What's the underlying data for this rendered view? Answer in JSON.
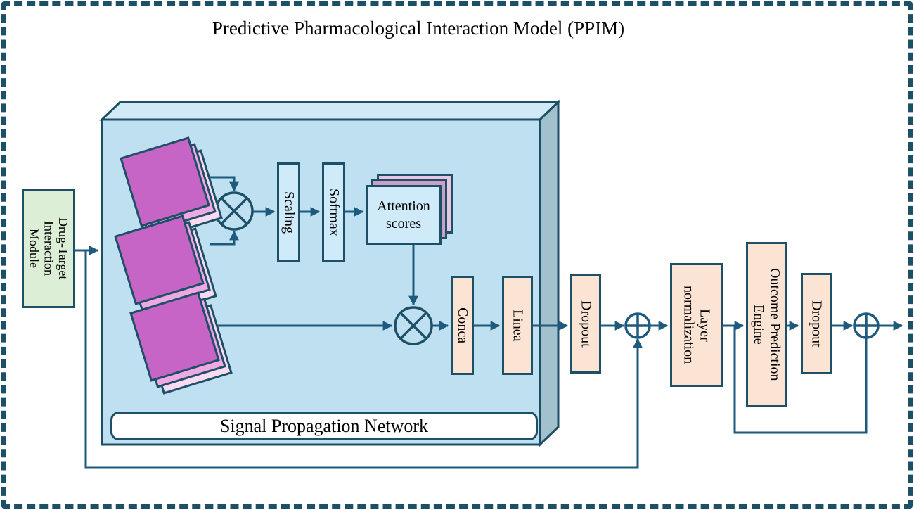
{
  "title": "Predictive Pharmacological Interaction Model (PPIM)",
  "input_module": {
    "label": "Drug-Target\nInteraction\nModule"
  },
  "signal_propagation_network": {
    "label": "Signal Propagation Network",
    "scaling_label": "Scaling",
    "softmax_label": "Softmax",
    "attention_label": "Attention\nscores",
    "concat_label": "Conca",
    "linear_label": "Linea"
  },
  "output_pipeline": {
    "dropout1_label": "Dropout",
    "layer_norm_label": "Layer\nnormalization",
    "outcome_label": "Outcome Prediction\nEngine",
    "dropout2_label": "Dropout"
  },
  "operators": {
    "multiply_symbol": "⊗",
    "add_symbol": "⊕"
  },
  "colors": {
    "border_teal": "#1d4f66",
    "arrow_blue": "#1e5a7d",
    "network_face_blue": "#bfe0f1",
    "network_top_blue": "#d2eaf6",
    "network_side_gray": "#a3c0cd",
    "inner_box_blue": "#cfeaf8",
    "process_box_peach": "#fbe4d3",
    "input_box_green": "#dcefd6",
    "matrix_front_magenta": "#c765c7",
    "matrix_mid_pink": "#efa9e2",
    "matrix_back_pink": "#f8dbf0",
    "attention_mid_mauve": "#c9a0c6",
    "attention_back_pink": "#e6c6e2"
  }
}
